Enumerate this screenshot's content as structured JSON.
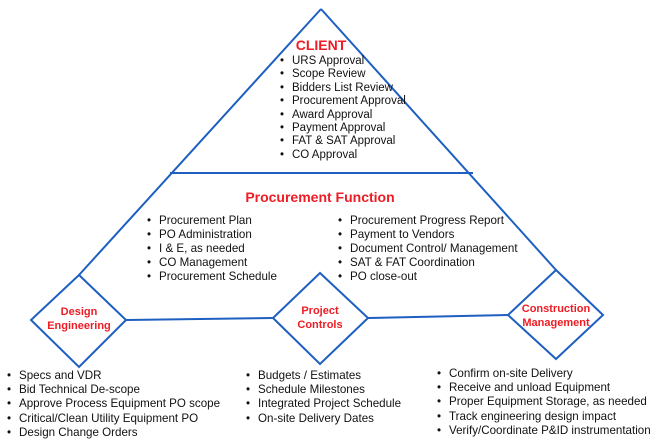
{
  "colors": {
    "line": "#1e5fc2",
    "heading": "#ee1c24",
    "text": "#111111"
  },
  "client": {
    "title": "CLIENT",
    "items": [
      "URS Approval",
      "Scope Review",
      "Bidders List Review",
      "Procurement Approval",
      "Award Approval",
      "Payment Approval",
      "FAT & SAT Approval",
      "CO Approval"
    ]
  },
  "procurement": {
    "title": "Procurement Function",
    "left_items": [
      "Procurement Plan",
      "PO Administration",
      "I & E, as needed",
      "CO Management",
      "Procurement Schedule"
    ],
    "right_items": [
      "Procurement Progress Report",
      "Payment to Vendors",
      "Document Control/ Management",
      "SAT & FAT Coordination",
      "PO close-out"
    ]
  },
  "nodes": {
    "design": {
      "line1": "Design",
      "line2": "Engineering",
      "items": [
        "Specs and VDR",
        "Bid Technical De-scope",
        "Approve Process Equipment PO scope",
        "Critical/Clean Utility Equipment PO",
        "Design Change Orders"
      ]
    },
    "controls": {
      "line1": "Project",
      "line2": "Controls",
      "items": [
        "Budgets / Estimates",
        "Schedule Milestones",
        "Integrated Project Schedule",
        "On-site Delivery Dates"
      ]
    },
    "construction": {
      "line1": "Construction",
      "line2": "Management",
      "items": [
        "Confirm on-site Delivery",
        "Receive and unload Equipment",
        "Proper Equipment Storage, as needed",
        "Track engineering design impact",
        "Verify/Coordinate P&ID instrumentation"
      ]
    }
  }
}
